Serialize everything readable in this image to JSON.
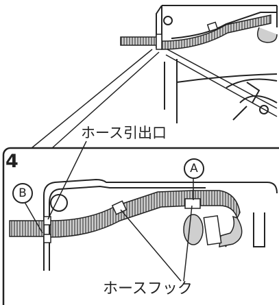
{
  "step_number": "4",
  "callouts": {
    "hose_outlet": "ホース引出口",
    "hose_hook": "ホースフック"
  },
  "markers": {
    "a": "A",
    "b": "B"
  },
  "colors": {
    "line": "#222222",
    "hose_fill": "#cfcfcf",
    "background": "#ffffff"
  }
}
